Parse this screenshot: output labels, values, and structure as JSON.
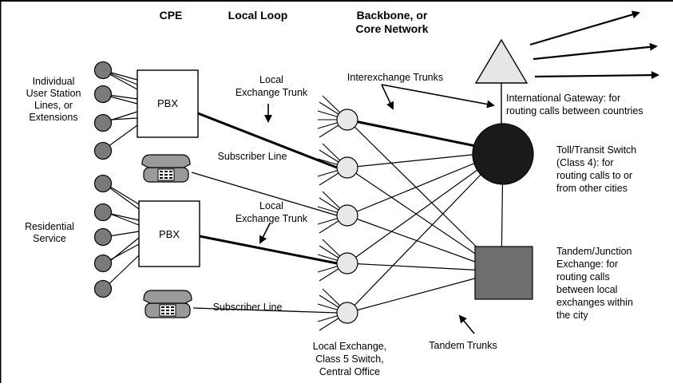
{
  "headers": {
    "cpe": "CPE",
    "local_loop": "Local Loop",
    "backbone_line1": "Backbone, or",
    "backbone_line2": "Core Network"
  },
  "cpe_labels": {
    "individual": [
      "Individual",
      "User Station",
      "Lines, or",
      "Extensions"
    ],
    "residential": [
      "Residential",
      "Service"
    ]
  },
  "pbx_label": "PBX",
  "loop_labels": {
    "local_exchange_trunk_1": [
      "Local",
      "Exchange Trunk"
    ],
    "subscriber_line_1": "Subscriber Line",
    "local_exchange_trunk_2": [
      "Local",
      "Exchange Trunk"
    ],
    "subscriber_line_2": "Subscriber Line"
  },
  "core_labels": {
    "interexchange_trunks": "Interexchange Trunks",
    "international_gateway": [
      "International Gateway: for",
      "routing calls between countries"
    ],
    "toll_switch": [
      "Toll/Transit Switch",
      "(Class 4): for",
      "routing calls to or",
      "from other cities"
    ],
    "tandem_exchange": [
      "Tandem/Junction",
      "Exchange: for",
      "routing calls",
      "between local",
      "exchanges within",
      "the city"
    ],
    "tandem_trunks": "Tandem Trunks",
    "local_exchange": [
      "Local Exchange,",
      "Class 5 Switch,",
      "Central Office"
    ]
  },
  "colors": {
    "station": "#7a7a7a",
    "local_exchange_fill": "#e8e8e8",
    "toll_switch": "#1a1a1a",
    "tandem_exchange": "#6e6e6e",
    "gateway": "#e6e6e6",
    "phone": "#9a9a9a"
  }
}
